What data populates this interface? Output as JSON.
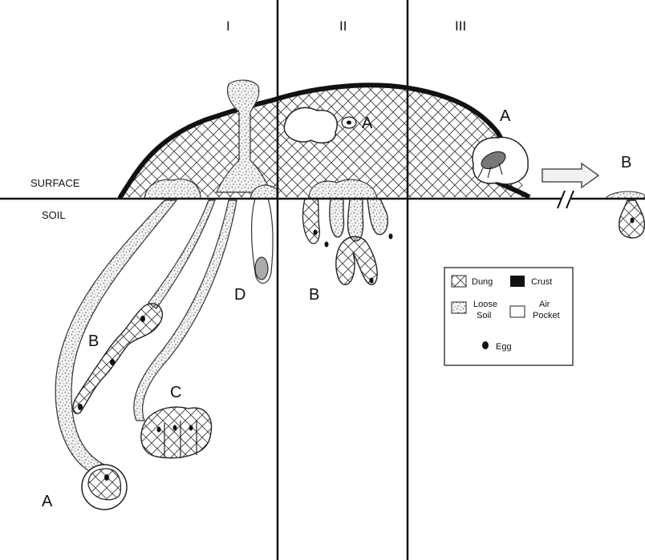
{
  "sections": [
    "I",
    "II",
    "III"
  ],
  "surface_label": "SURFACE",
  "soil_label": "SOIL",
  "labels": {
    "s1_A": "A",
    "s1_B": "B",
    "s1_C": "C",
    "s1_D": "D",
    "s2_A": "A",
    "s2_B": "B",
    "s3_A": "A",
    "s3_B": "B"
  },
  "legend": {
    "dung": "Dung",
    "crust": "Crust",
    "loose_soil_line1": "Loose",
    "loose_soil_line2": "Soil",
    "air_pocket_line1": "Air",
    "air_pocket_line2": "Pocket",
    "egg": "Egg"
  },
  "colors": {
    "crust": "#111111",
    "line": "#111111",
    "arrow_fill": "#f2f2f2"
  }
}
